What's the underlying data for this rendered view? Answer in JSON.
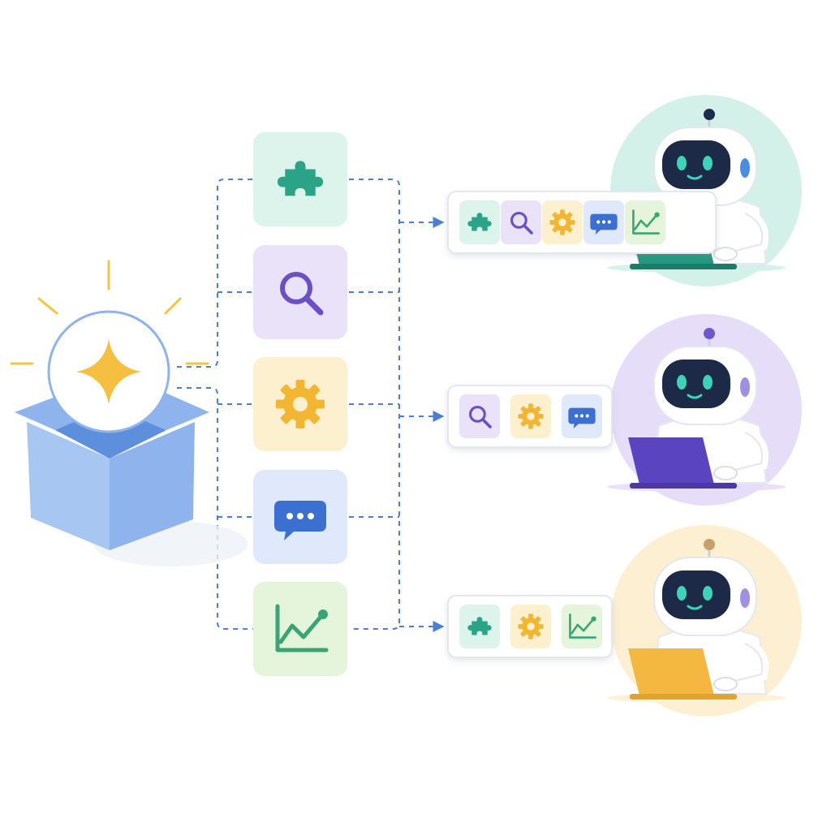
{
  "colors": {
    "background": "#ffffff",
    "connector": "#4a7fd4",
    "box_light": "#a8c6f2",
    "box_mid": "#8fb3ec",
    "box_dark": "#5e8fdc",
    "glow_ray": "#f6c445",
    "star": "#f5bf42",
    "panel_border": "#e4e7ee"
  },
  "source": {
    "icon": "sparkle-icon",
    "container": "open-box"
  },
  "skills": [
    {
      "id": "plugin",
      "icon": "puzzle-piece-icon",
      "bg": "#dcf4ec",
      "fg": "#2aa387"
    },
    {
      "id": "search",
      "icon": "magnifier-icon",
      "bg": "#e9e2f8",
      "fg": "#6b4fc4"
    },
    {
      "id": "settings",
      "icon": "gear-icon",
      "bg": "#fdf0cf",
      "fg": "#f3b632"
    },
    {
      "id": "chat",
      "icon": "chat-bubble-icon",
      "bg": "#dfe9fb",
      "fg": "#3b6fd0"
    },
    {
      "id": "analytics",
      "icon": "trend-chart-icon",
      "bg": "#e4f5db",
      "fg": "#3aa574"
    }
  ],
  "agents": [
    {
      "id": "agent-1",
      "halo": "#d3f1e9",
      "laptop": "#23977d",
      "laptop_dark": "#1b7d67",
      "antenna": "#1e2d4d",
      "ear": "#4d8de0",
      "skills": [
        "plugin",
        "search",
        "settings",
        "chat",
        "analytics"
      ]
    },
    {
      "id": "agent-2",
      "halo": "#e6def8",
      "laptop": "#5b44c0",
      "laptop_dark": "#4b37a6",
      "antenna": "#6d56d0",
      "ear": "#9f90e2",
      "skills": [
        "search",
        "settings",
        "chat"
      ]
    },
    {
      "id": "agent-3",
      "halo": "#fdf0d2",
      "laptop": "#f4b740",
      "laptop_dark": "#e3a22c",
      "antenna": "#c9a06b",
      "ear": "#9f90e2",
      "skills": [
        "plugin",
        "settings",
        "analytics"
      ]
    }
  ]
}
